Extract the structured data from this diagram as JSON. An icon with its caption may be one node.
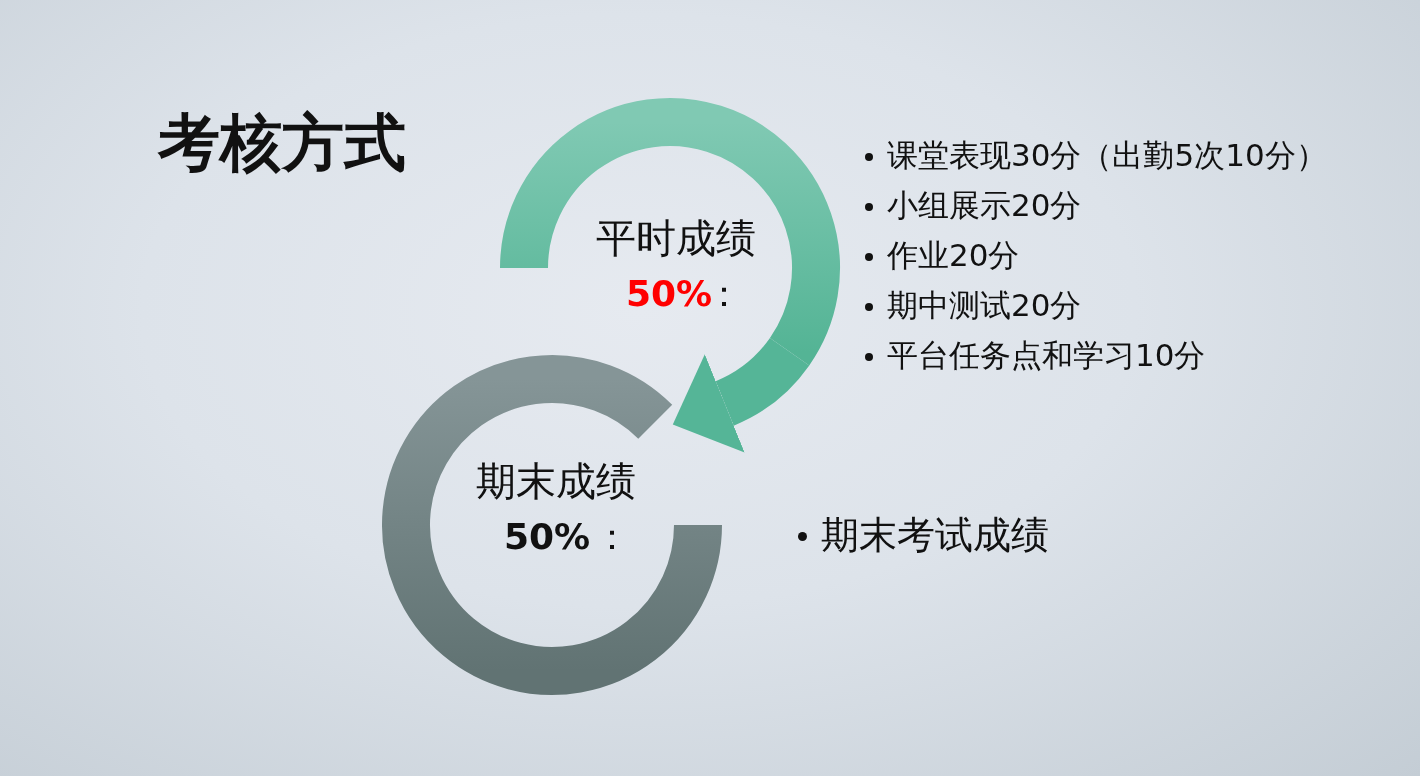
{
  "diagram": {
    "title": "考核方式",
    "nodes": [
      {
        "text": [
          "平时成绩",
          "50%",
          "："
        ],
        "beside": [
          "课堂表现30分（出勤5次10分）",
          "小组展示20分",
          "作业20分",
          "期中测试20分",
          "平台任务点和学习10分"
        ]
      },
      {
        "text": [
          "期末成绩",
          "50%",
          "："
        ],
        "beside": [
          "期末考试成绩"
        ]
      }
    ],
    "edges": [
      {
        "from": 0,
        "to": 1,
        "arrow": "to",
        "color": "#55b597"
      }
    ]
  }
}
